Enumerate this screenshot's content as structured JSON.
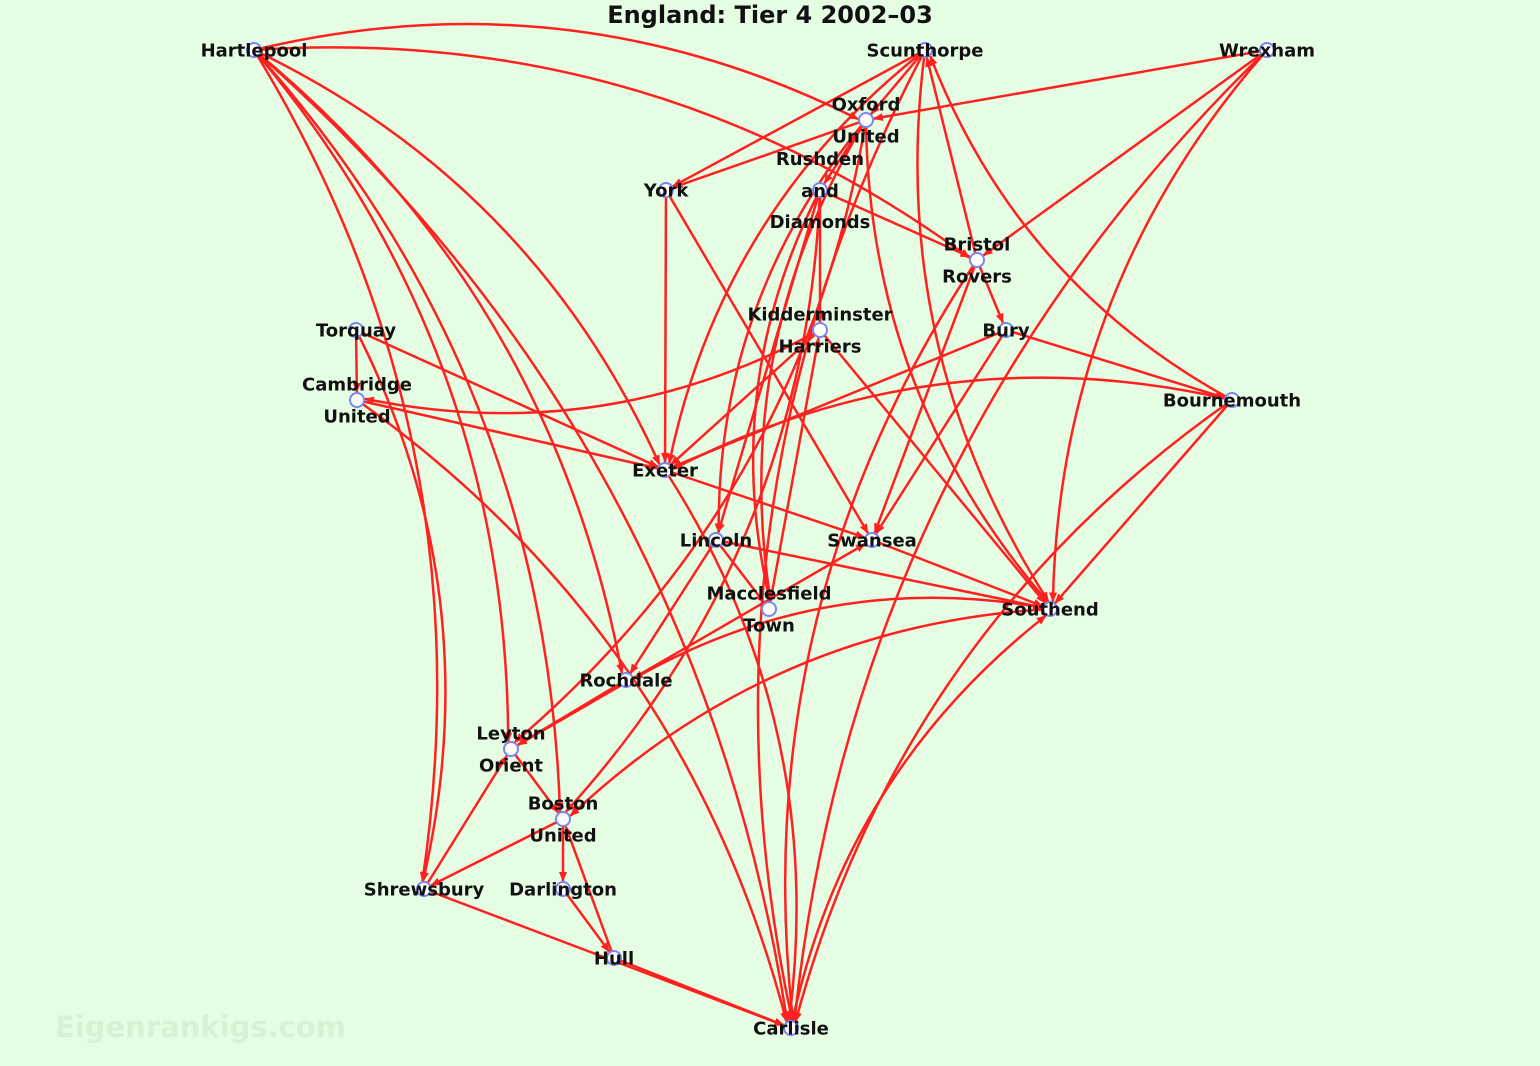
{
  "title": "England: Tier 4 2002–03",
  "watermark": "Eigenrankigs.com",
  "colors": {
    "background": "#e5fde3",
    "edge": "#ff2020",
    "node_stroke": "#7a86f0",
    "node_fill": "#ffffff"
  },
  "nodes": [
    "Hartlepool",
    "Scunthorpe",
    "Wrexham",
    "Oxford United",
    "York",
    "Rushden and Diamonds",
    "Bristol Rovers",
    "Torquay",
    "Kidderminster Harriers",
    "Bury",
    "Cambridge United",
    "Bournemouth",
    "Exeter",
    "Lincoln",
    "Swansea",
    "Macclesfield Town",
    "Southend",
    "Rochdale",
    "Leyton Orient",
    "Boston United",
    "Shrewsbury",
    "Darlington",
    "Hull",
    "Carlisle"
  ],
  "edges": [
    [
      "Hartlepool",
      "Oxford United"
    ],
    [
      "Hartlepool",
      "Bristol Rovers"
    ],
    [
      "Hartlepool",
      "Exeter"
    ],
    [
      "Hartlepool",
      "Carlisle"
    ],
    [
      "Hartlepool",
      "Shrewsbury"
    ],
    [
      "Hartlepool",
      "Leyton Orient"
    ],
    [
      "Hartlepool",
      "Boston United"
    ],
    [
      "Hartlepool",
      "Rochdale"
    ],
    [
      "Scunthorpe",
      "Oxford United"
    ],
    [
      "Scunthorpe",
      "York"
    ],
    [
      "Scunthorpe",
      "Exeter"
    ],
    [
      "Scunthorpe",
      "Southend"
    ],
    [
      "Scunthorpe",
      "Carlisle"
    ],
    [
      "Wrexham",
      "Oxford United"
    ],
    [
      "Wrexham",
      "Bristol Rovers"
    ],
    [
      "Wrexham",
      "Southend"
    ],
    [
      "Wrexham",
      "Carlisle"
    ],
    [
      "Oxford United",
      "York"
    ],
    [
      "Oxford United",
      "Rushden and Diamonds"
    ],
    [
      "Oxford United",
      "Lincoln"
    ],
    [
      "Oxford United",
      "Macclesfield Town"
    ],
    [
      "Oxford United",
      "Southend"
    ],
    [
      "Oxford United",
      "Leyton Orient"
    ],
    [
      "Bournemouth",
      "Scunthorpe"
    ],
    [
      "Bristol Rovers",
      "Scunthorpe"
    ],
    [
      "Rushden and Diamonds",
      "Kidderminster Harriers"
    ],
    [
      "Rushden and Diamonds",
      "Bristol Rovers"
    ],
    [
      "Rushden and Diamonds",
      "Lincoln"
    ],
    [
      "Rushden and Diamonds",
      "Macclesfield Town"
    ],
    [
      "Rushden and Diamonds",
      "Boston United"
    ],
    [
      "York",
      "Swansea"
    ],
    [
      "York",
      "Exeter"
    ],
    [
      "Bristol Rovers",
      "Bury"
    ],
    [
      "Bristol Rovers",
      "Swansea"
    ],
    [
      "Bristol Rovers",
      "Carlisle"
    ],
    [
      "Torquay",
      "Cambridge United"
    ],
    [
      "Torquay",
      "Exeter"
    ],
    [
      "Torquay",
      "Shrewsbury"
    ],
    [
      "Kidderminster Harriers",
      "Cambridge United"
    ],
    [
      "Kidderminster Harriers",
      "Exeter"
    ],
    [
      "Kidderminster Harriers",
      "Southend"
    ],
    [
      "Macclesfield Town",
      "Kidderminster Harriers"
    ],
    [
      "Bury",
      "Bournemouth"
    ],
    [
      "Bury",
      "Swansea"
    ],
    [
      "Bury",
      "Exeter"
    ],
    [
      "Cambridge United",
      "Exeter"
    ],
    [
      "Cambridge United",
      "Carlisle"
    ],
    [
      "Bournemouth",
      "Exeter"
    ],
    [
      "Bournemouth",
      "Southend"
    ],
    [
      "Bournemouth",
      "Carlisle"
    ],
    [
      "Exeter",
      "Swansea"
    ],
    [
      "Exeter",
      "Carlisle"
    ],
    [
      "Lincoln",
      "Macclesfield Town"
    ],
    [
      "Lincoln",
      "Southend"
    ],
    [
      "Lincoln",
      "Rochdale"
    ],
    [
      "Swansea",
      "Southend"
    ],
    [
      "Leyton Orient",
      "Swansea"
    ],
    [
      "Southend",
      "Rochdale"
    ],
    [
      "Southend",
      "Boston United"
    ],
    [
      "Carlisle",
      "Southend"
    ],
    [
      "Leyton Orient",
      "Boston United"
    ],
    [
      "Rochdale",
      "Leyton Orient"
    ],
    [
      "Boston United",
      "Shrewsbury"
    ],
    [
      "Boston United",
      "Darlington"
    ],
    [
      "Shrewsbury",
      "Leyton Orient"
    ],
    [
      "Darlington",
      "Hull"
    ],
    [
      "Hull",
      "Boston United"
    ],
    [
      "Hull",
      "Carlisle"
    ],
    [
      "Shrewsbury",
      "Carlisle"
    ]
  ]
}
